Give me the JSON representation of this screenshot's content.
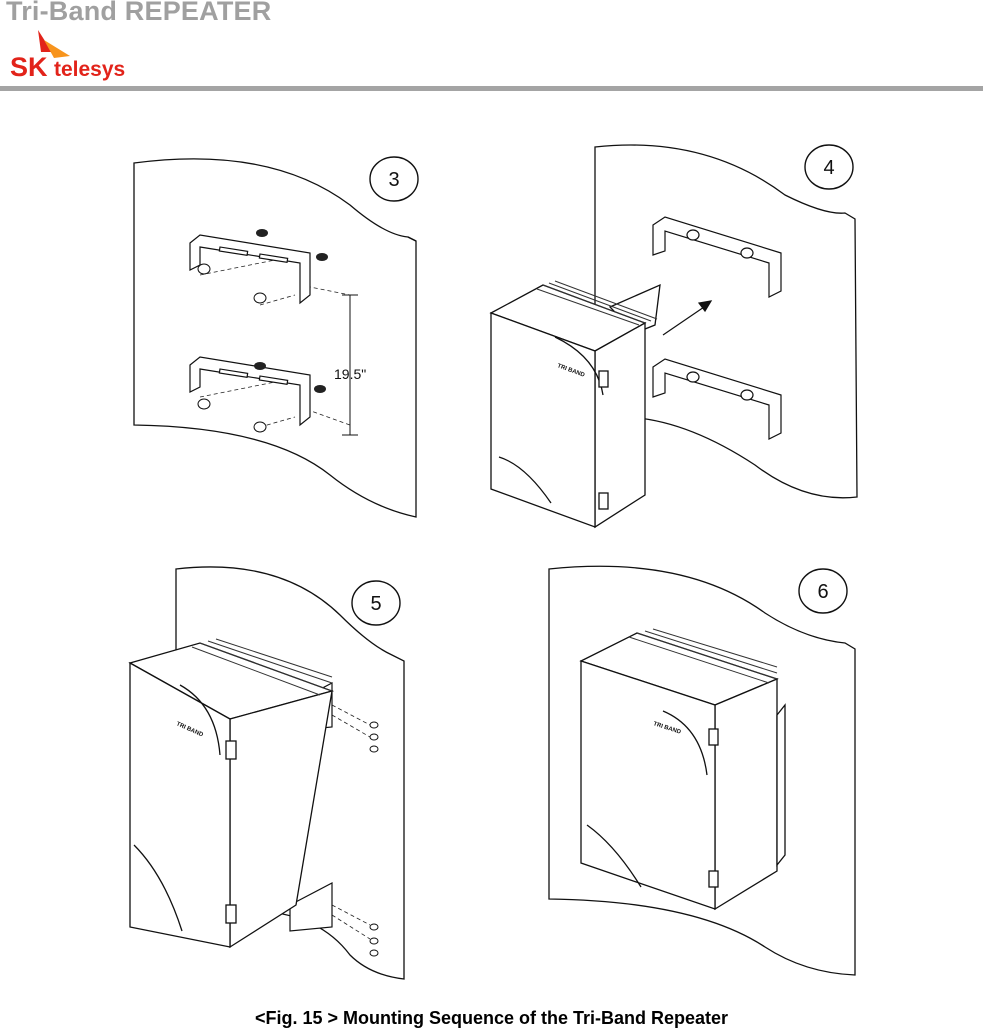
{
  "header": {
    "title": "Tri-Band REPEATER",
    "logo": {
      "brand_mark": "SK",
      "brand_name": "telesys",
      "mark_color": "#e2231a",
      "accent_color": "#f7941d",
      "name_color": "#e2231a"
    }
  },
  "figure": {
    "steps": [
      "3",
      "4",
      "5",
      "6"
    ],
    "dimension_label": "19.5\"",
    "device_label": "TRI BAND",
    "caption": "<Fig. 15 > Mounting Sequence of the Tri-Band Repeater"
  }
}
